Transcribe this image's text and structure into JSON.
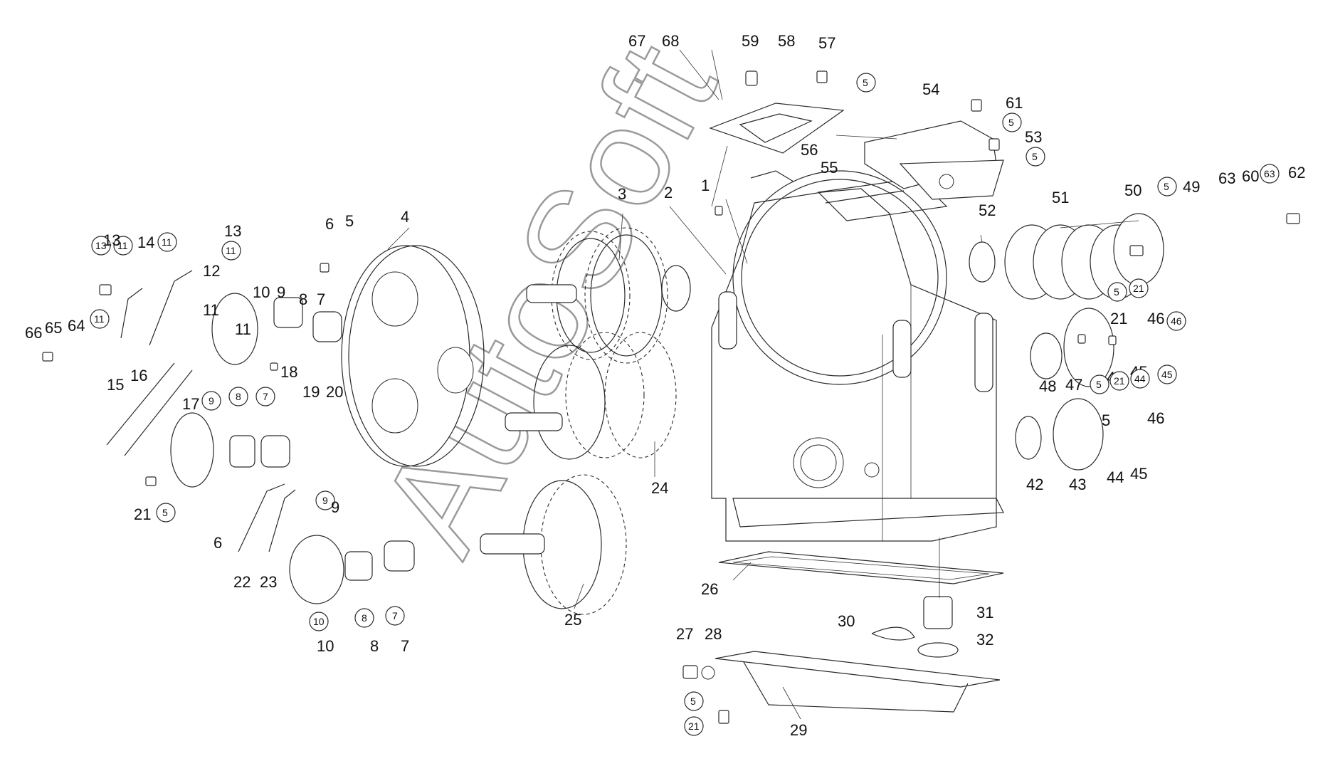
{
  "diagram": {
    "watermark": "AutoSoft",
    "labels": [
      {
        "id": "l1",
        "text": "1"
      },
      {
        "id": "l2",
        "text": "2"
      },
      {
        "id": "l3",
        "text": "3"
      },
      {
        "id": "l4",
        "text": "4"
      },
      {
        "id": "l5a",
        "text": "5"
      },
      {
        "id": "l6",
        "text": "6"
      },
      {
        "id": "l7a",
        "text": "7"
      },
      {
        "id": "l8a",
        "text": "8"
      },
      {
        "id": "l9a",
        "text": "9"
      },
      {
        "id": "l10a",
        "text": "10"
      },
      {
        "id": "l11a",
        "text": "11"
      },
      {
        "id": "l12",
        "text": "12"
      },
      {
        "id": "l13a",
        "text": "13"
      },
      {
        "id": "l14",
        "text": "14"
      },
      {
        "id": "l15",
        "text": "15"
      },
      {
        "id": "l16",
        "text": "16"
      },
      {
        "id": "l17",
        "text": "17"
      },
      {
        "id": "l18",
        "text": "18"
      },
      {
        "id": "l19",
        "text": "19"
      },
      {
        "id": "l20",
        "text": "20"
      },
      {
        "id": "l21a",
        "text": "21"
      },
      {
        "id": "l22",
        "text": "22"
      },
      {
        "id": "l23",
        "text": "23"
      },
      {
        "id": "l24",
        "text": "24"
      },
      {
        "id": "l25",
        "text": "25"
      },
      {
        "id": "l26",
        "text": "26"
      },
      {
        "id": "l27",
        "text": "27"
      },
      {
        "id": "l28",
        "text": "28"
      },
      {
        "id": "l29",
        "text": "29"
      },
      {
        "id": "l30",
        "text": "30"
      },
      {
        "id": "l31",
        "text": "31"
      },
      {
        "id": "l32",
        "text": "32"
      },
      {
        "id": "l42",
        "text": "42"
      },
      {
        "id": "l43",
        "text": "43"
      },
      {
        "id": "l44a",
        "text": "44"
      },
      {
        "id": "l44b",
        "text": "44"
      },
      {
        "id": "l45a",
        "text": "45"
      },
      {
        "id": "l45b",
        "text": "45"
      },
      {
        "id": "l46a",
        "text": "46"
      },
      {
        "id": "l46b",
        "text": "46"
      },
      {
        "id": "l47",
        "text": "47"
      },
      {
        "id": "l48",
        "text": "48"
      },
      {
        "id": "l49",
        "text": "49"
      },
      {
        "id": "l50",
        "text": "50"
      },
      {
        "id": "l51",
        "text": "51"
      },
      {
        "id": "l52",
        "text": "52"
      },
      {
        "id": "l53",
        "text": "53"
      },
      {
        "id": "l54",
        "text": "54"
      },
      {
        "id": "l55",
        "text": "55"
      },
      {
        "id": "l56",
        "text": "56"
      },
      {
        "id": "l57",
        "text": "57"
      },
      {
        "id": "l58",
        "text": "58"
      },
      {
        "id": "l59",
        "text": "59"
      },
      {
        "id": "l60",
        "text": "60"
      },
      {
        "id": "l61",
        "text": "61"
      },
      {
        "id": "l62",
        "text": "62"
      },
      {
        "id": "l63a",
        "text": "63"
      },
      {
        "id": "l64",
        "text": "64"
      },
      {
        "id": "l65",
        "text": "65"
      },
      {
        "id": "l66",
        "text": "66"
      },
      {
        "id": "l67",
        "text": "67"
      },
      {
        "id": "l68",
        "text": "68"
      },
      {
        "id": "l6b",
        "text": "6"
      },
      {
        "id": "l7b",
        "text": "7"
      },
      {
        "id": "l8b",
        "text": "8"
      },
      {
        "id": "l9b",
        "text": "9"
      },
      {
        "id": "l10b",
        "text": "10"
      },
      {
        "id": "l11b",
        "text": "11"
      },
      {
        "id": "l13b",
        "text": "13"
      },
      {
        "id": "l21b",
        "text": "21"
      },
      {
        "id": "l5b",
        "text": "5"
      }
    ],
    "callouts": [
      {
        "id": "c5a",
        "text": "5"
      },
      {
        "id": "c5b",
        "text": "5"
      },
      {
        "id": "c5c",
        "text": "5"
      },
      {
        "id": "c5d",
        "text": "5"
      },
      {
        "id": "c5e",
        "text": "5"
      },
      {
        "id": "c5f",
        "text": "5"
      },
      {
        "id": "c5g",
        "text": "5"
      },
      {
        "id": "c5h",
        "text": "5"
      },
      {
        "id": "c11a",
        "text": "11"
      },
      {
        "id": "c11b",
        "text": "11"
      },
      {
        "id": "c11c",
        "text": "11"
      },
      {
        "id": "c11d",
        "text": "11"
      },
      {
        "id": "c11e",
        "text": "11"
      },
      {
        "id": "c13",
        "text": "13"
      },
      {
        "id": "c21a",
        "text": "21"
      },
      {
        "id": "c21b",
        "text": "21"
      },
      {
        "id": "c21c",
        "text": "21"
      },
      {
        "id": "c63",
        "text": "63"
      },
      {
        "id": "c7a",
        "text": "7"
      },
      {
        "id": "c7b",
        "text": "7"
      },
      {
        "id": "c8a",
        "text": "8"
      },
      {
        "id": "c8b",
        "text": "8"
      },
      {
        "id": "c9a",
        "text": "9"
      },
      {
        "id": "c9b",
        "text": "9"
      },
      {
        "id": "c10",
        "text": "10"
      },
      {
        "id": "c46",
        "text": "46"
      },
      {
        "id": "c44",
        "text": "44"
      },
      {
        "id": "c45",
        "text": "45"
      }
    ]
  }
}
